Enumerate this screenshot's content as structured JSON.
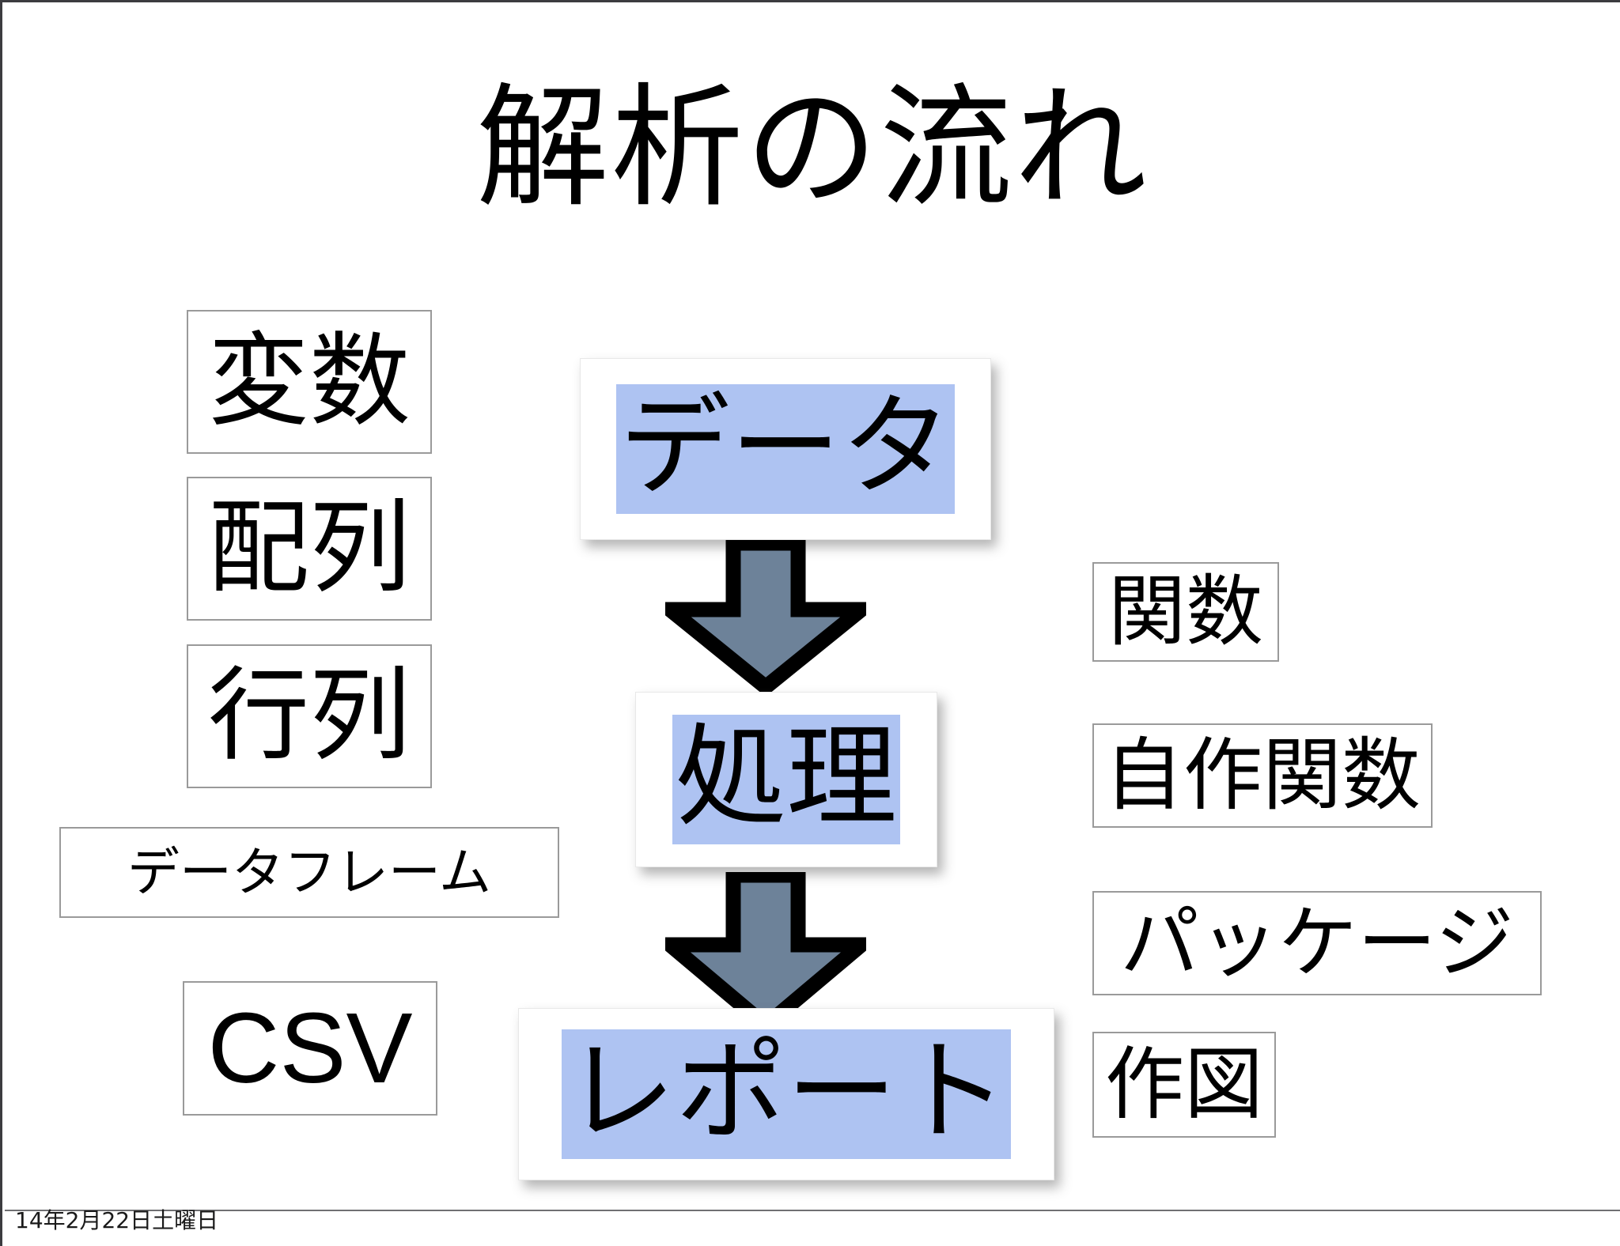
{
  "slide": {
    "title": "解析の流れ",
    "footer_date": "14年2月22日土曜日",
    "colors": {
      "highlight_blue": "#aec3f2",
      "arrow_fill": "#6d8299",
      "arrow_outline": "#000000",
      "box_border": "#9a9a9a",
      "background": "#ffffff",
      "text": "#000000"
    }
  },
  "left_column": {
    "items": [
      {
        "label": "変数"
      },
      {
        "label": "配列"
      },
      {
        "label": "行列"
      },
      {
        "label": "データフレーム"
      },
      {
        "label": "CSV"
      }
    ]
  },
  "flow": {
    "nodes": [
      {
        "label": "データ"
      },
      {
        "label": "処理"
      },
      {
        "label": "レポート"
      }
    ],
    "arrows": [
      {
        "name": "arrow-data-to-process",
        "direction": "down"
      },
      {
        "name": "arrow-process-to-report",
        "direction": "down"
      }
    ]
  },
  "right_column": {
    "items": [
      {
        "label": "関数"
      },
      {
        "label": "自作関数"
      },
      {
        "label": "パッケージ"
      },
      {
        "label": "作図"
      }
    ]
  }
}
